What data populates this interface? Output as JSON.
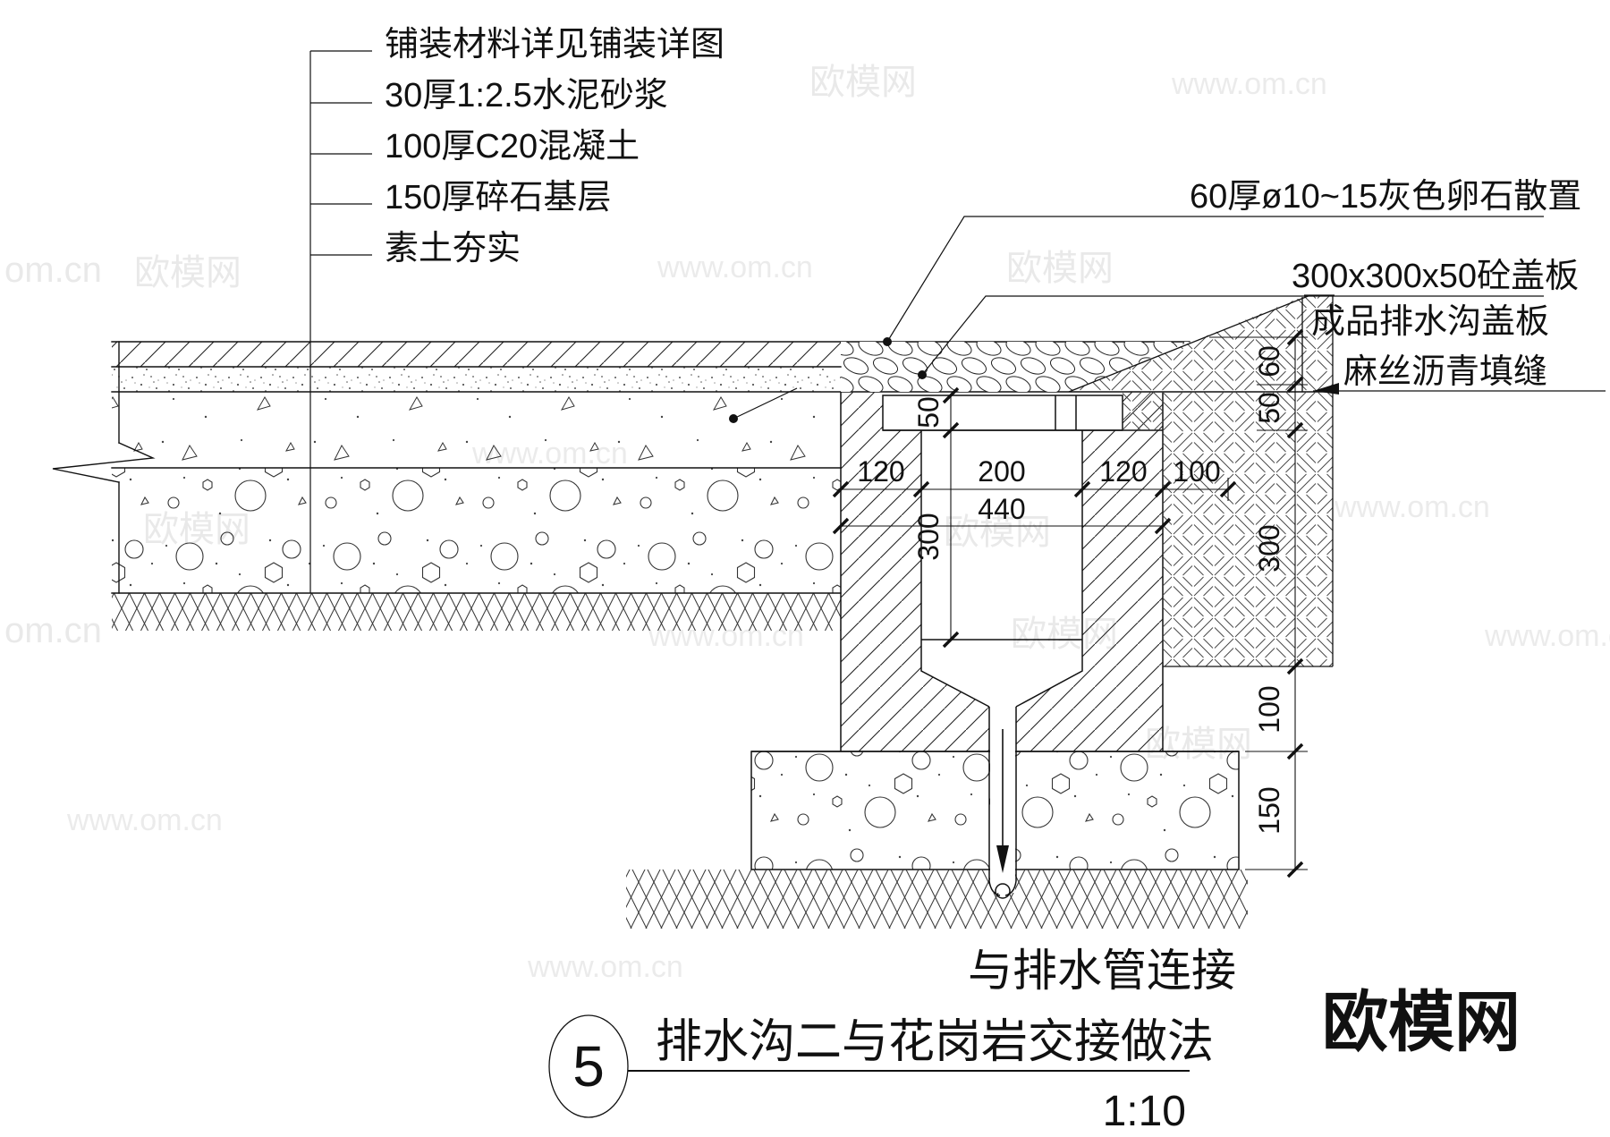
{
  "layer_callouts": {
    "items": [
      "铺装材料详见铺装详图",
      "30厚1:2.5水泥砂浆",
      "100厚C20混凝土",
      "150厚碎石基层",
      "素土夯实"
    ]
  },
  "detail_callouts": {
    "pebble": "60厚ø10~15灰色卵石散置",
    "cover_plate": "300x300x50砼盖板",
    "drain_cover": "成品排水沟盖板",
    "caulking": "麻丝沥青填缝"
  },
  "dimensions": {
    "wall_left": "120",
    "channel_width": "200",
    "wall_right": "120",
    "soil_edge": "100",
    "channel_total": "440",
    "cover_thickness": "50",
    "channel_depth": "300",
    "pebble_depth": "60",
    "joint_depth": "50",
    "wall_height": "300",
    "base_gap": "100",
    "foundation_depth": "150"
  },
  "notes": {
    "pipe_connection": "与排水管连接"
  },
  "title_block": {
    "number": "5",
    "title": "排水沟二与花岗岩交接做法",
    "scale": "1:10"
  },
  "watermark": {
    "brand": "欧模网",
    "site": "www.om.cn",
    "site_short": "om.cn"
  },
  "logo": {
    "brand": "欧模网"
  }
}
